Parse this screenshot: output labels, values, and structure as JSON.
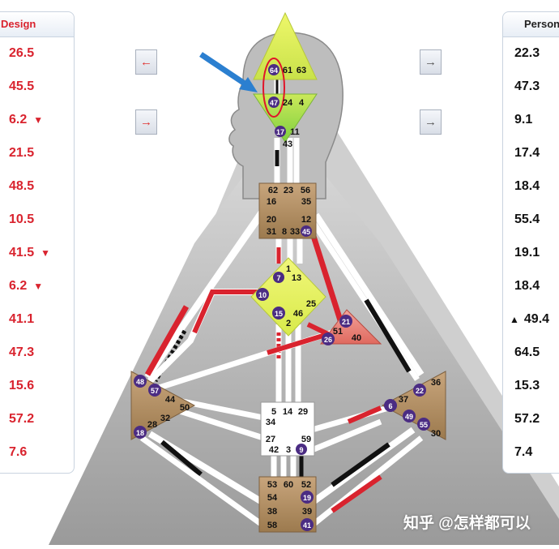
{
  "design_panel": {
    "title": "Design",
    "rows": [
      {
        "value": "26.5",
        "mark": ""
      },
      {
        "value": "45.5",
        "mark": ""
      },
      {
        "value": "6.2",
        "mark": "▼"
      },
      {
        "value": "21.5",
        "mark": ""
      },
      {
        "value": "48.5",
        "mark": ""
      },
      {
        "value": "10.5",
        "mark": ""
      },
      {
        "value": "41.5",
        "mark": "▼"
      },
      {
        "value": "6.2",
        "mark": "▼"
      },
      {
        "value": "41.1",
        "mark": ""
      },
      {
        "value": "47.3",
        "mark": ""
      },
      {
        "value": "15.6",
        "mark": ""
      },
      {
        "value": "57.2",
        "mark": ""
      },
      {
        "value": "7.6",
        "mark": ""
      }
    ]
  },
  "personality_panel": {
    "title": "Person",
    "rows": [
      {
        "value": "22.3",
        "mark": ""
      },
      {
        "value": "47.3",
        "mark": ""
      },
      {
        "value": "9.1",
        "mark": ""
      },
      {
        "value": "17.4",
        "mark": ""
      },
      {
        "value": "18.4",
        "mark": ""
      },
      {
        "value": "55.4",
        "mark": ""
      },
      {
        "value": "19.1",
        "mark": ""
      },
      {
        "value": "18.4",
        "mark": ""
      },
      {
        "value": "49.4",
        "mark": "▲"
      },
      {
        "value": "64.5",
        "mark": ""
      },
      {
        "value": "15.3",
        "mark": ""
      },
      {
        "value": "57.2",
        "mark": ""
      },
      {
        "value": "7.4",
        "mark": ""
      }
    ]
  },
  "nav": {
    "left_top": "←",
    "left_bottom": "→",
    "right_top": "→",
    "right_bottom": "→"
  },
  "gates": {
    "64": "64",
    "61": "61",
    "63": "63",
    "47": "47",
    "24": "24",
    "4": "4",
    "17": "17",
    "11": "11",
    "43": "43",
    "62": "62",
    "23": "23",
    "56": "56",
    "16": "16",
    "35": "35",
    "20": "20",
    "12": "12",
    "31": "31",
    "8": "8",
    "33": "33",
    "45": "45",
    "1": "1",
    "7": "7",
    "13": "13",
    "10": "10",
    "25": "25",
    "15": "15",
    "46": "46",
    "2": "2",
    "21": "21",
    "51": "51",
    "26": "26",
    "40": "40",
    "48": "48",
    "57": "57",
    "44": "44",
    "50": "50",
    "32": "32",
    "28": "28",
    "18": "18",
    "36": "36",
    "37": "37",
    "6": "6",
    "22": "22",
    "49": "49",
    "55": "55",
    "30": "30",
    "5": "5",
    "14": "14",
    "29": "29",
    "34": "34",
    "27": "27",
    "42": "42",
    "3": "3",
    "9": "9",
    "59": "59",
    "53": "53",
    "60": "60",
    "52": "52",
    "54": "54",
    "19": "19",
    "38": "38",
    "39": "39",
    "58": "58",
    "41": "41"
  },
  "watermark": "知乎 @怎样都可以",
  "colors": {
    "design_red": "#d9232e",
    "head_center": "#e8f15a",
    "throat": "#b39068",
    "g_center": "#e8f15a",
    "gate_purple": "#4b2c83"
  }
}
